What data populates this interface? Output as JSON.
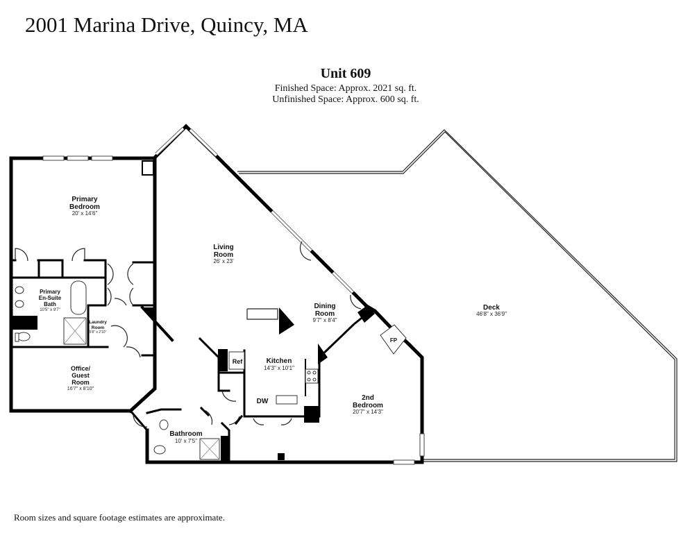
{
  "header": {
    "address": "2001 Marina Drive, Quincy, MA",
    "unit": "Unit 609",
    "finished_space": "Finished Space: Approx. 2021 sq. ft.",
    "unfinished_space": "Unfinished Space: Approx. 600 sq. ft."
  },
  "rooms": {
    "primary_bedroom": {
      "name_1": "Primary",
      "name_2": "Bedroom",
      "dims": "20' x 14'6\""
    },
    "living_room": {
      "name_1": "Living",
      "name_2": "Room",
      "dims": "26' x 23'"
    },
    "dining_room": {
      "name_1": "Dining",
      "name_2": "Room",
      "dims": "9'7\" x 8'4\""
    },
    "deck": {
      "name": "Deck",
      "dims": "46'8\" x 36'9\""
    },
    "primary_bath": {
      "name_1": "Primary",
      "name_2": "En-Suite",
      "name_3": "Bath",
      "dims": "10'5\" x 9'7\""
    },
    "laundry_room": {
      "name_1": "Laundry",
      "name_2": "Room",
      "dims": "5'8\" x 2'10\""
    },
    "kitchen": {
      "name": "Kitchen",
      "dims": "14'3\" x 10'1\""
    },
    "office": {
      "name_1": "Office/",
      "name_2": "Guest",
      "name_3": "Room",
      "dims": "16'7\" x 8'10\""
    },
    "second_bedroom": {
      "name_1": "2nd",
      "name_2": "Bedroom",
      "dims": "20'7\" x 14'3\""
    },
    "bathroom": {
      "name": "Bathroom",
      "dims": "10' x 7'5\""
    }
  },
  "fixtures": {
    "fireplace": "FP",
    "refrigerator": "Ref",
    "dishwasher": "DW"
  },
  "footer": {
    "note": "Room sizes and square footage estimates are approximate."
  }
}
